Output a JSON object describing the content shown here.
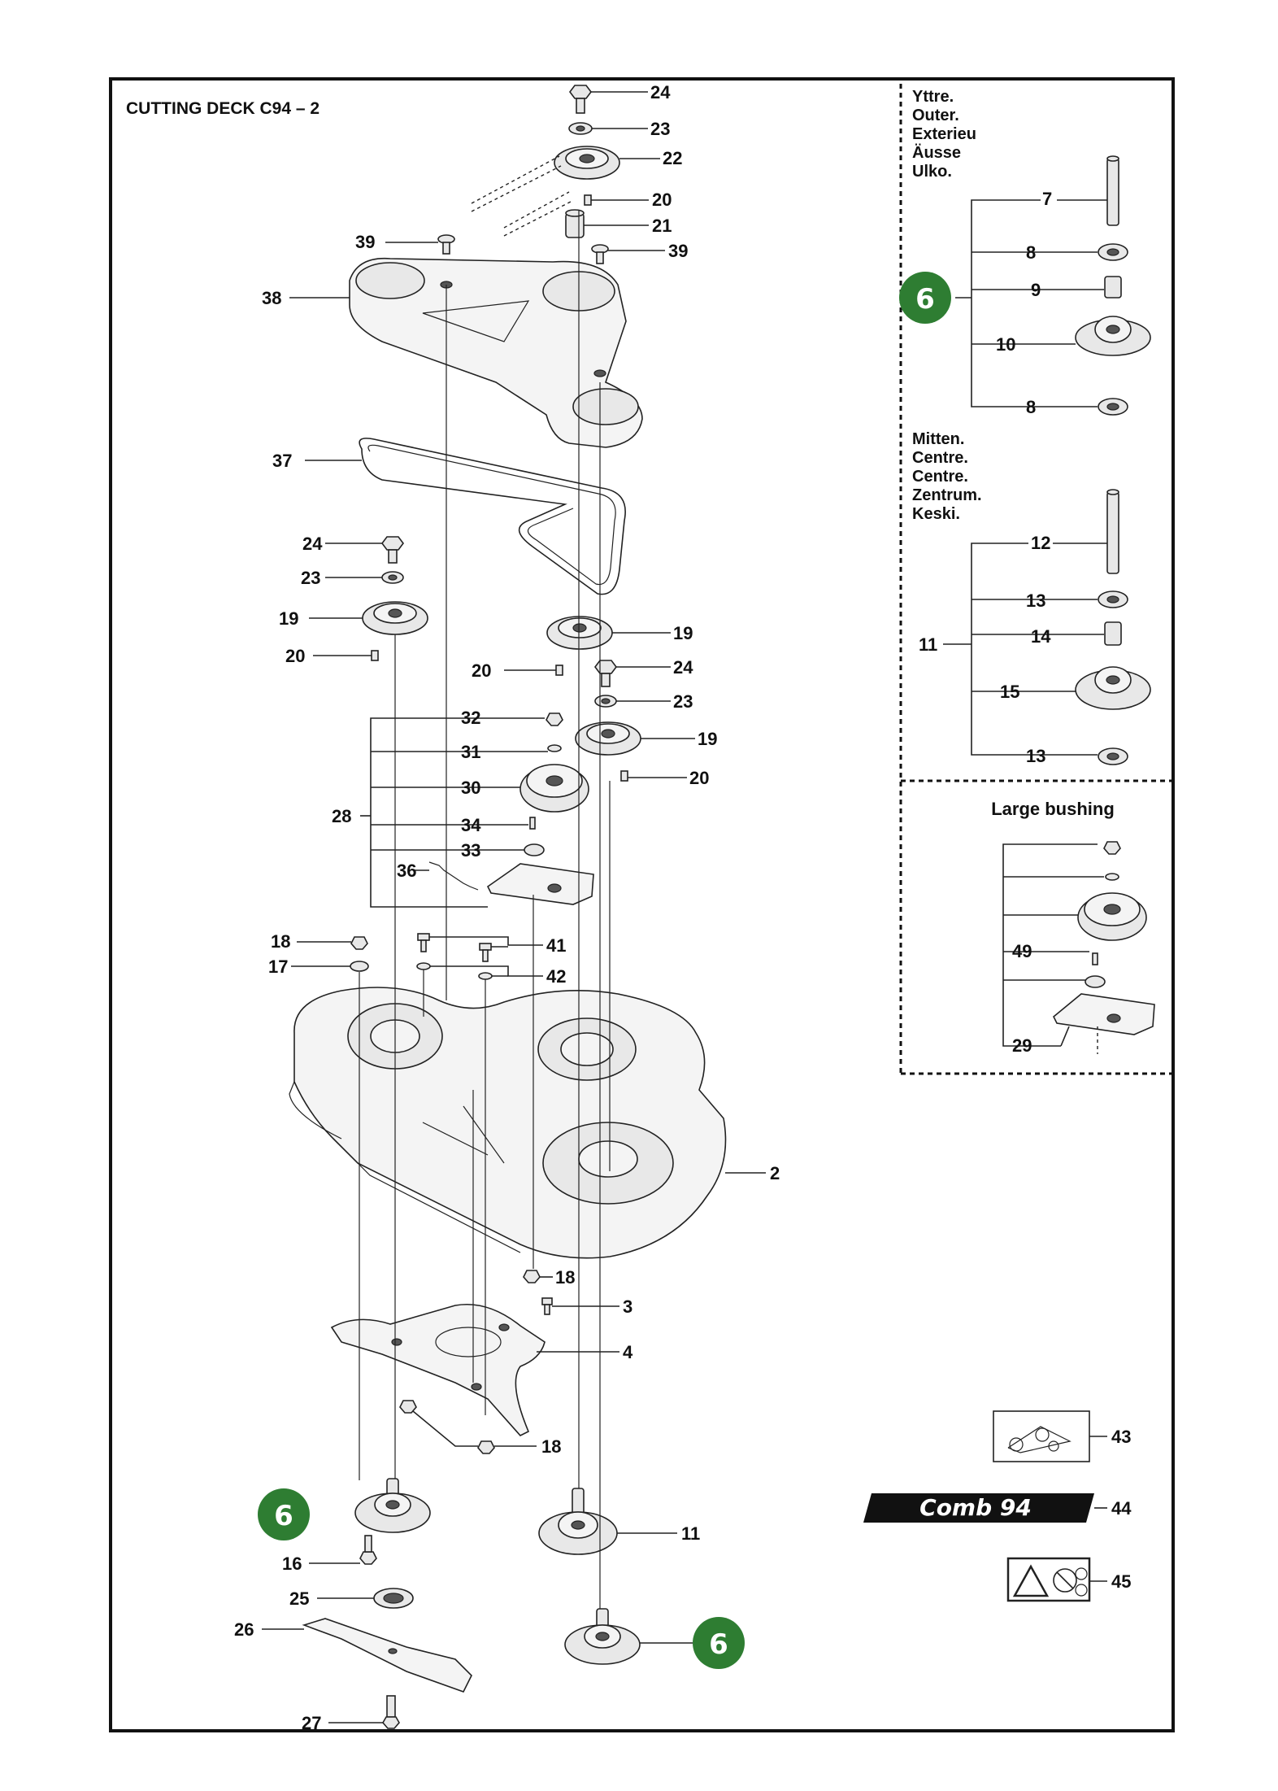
{
  "title": "CUTTING DECK C94 – 2",
  "ref_marker": "6",
  "colors": {
    "ref_marker": "#2e7d32",
    "line": "#222222",
    "part_fill": "#e8e8e8"
  },
  "panel_outer": {
    "lines": [
      "Yttre.",
      "Outer.",
      "Exterieu",
      "Äusse",
      "Ulko."
    ]
  },
  "panel_centre": {
    "lines": [
      "Mitten.",
      "Centre.",
      "Centre.",
      "Zentrum.",
      "Keski."
    ]
  },
  "panel_bushing": {
    "title": "Large bushing"
  },
  "decal_44_text": "Comb 94",
  "callouts": {
    "c24a": "24",
    "c23a": "23",
    "c22": "22",
    "c20a": "20",
    "c21": "21",
    "c39a": "39",
    "c39b": "39",
    "c38": "38",
    "c37": "37",
    "c24b": "24",
    "c23b": "23",
    "c19a": "19",
    "c20b": "20",
    "c19b": "19",
    "c20c": "20",
    "c24c": "24",
    "c23c": "23",
    "c19c": "19",
    "c20d": "20",
    "c32": "32",
    "c31": "31",
    "c30": "30",
    "c28": "28",
    "c34": "34",
    "c33": "33",
    "c36": "36",
    "c18a": "18",
    "c17": "17",
    "c41": "41",
    "c42": "42",
    "c2": "2",
    "c18b": "18",
    "c3": "3",
    "c4": "4",
    "c18c": "18",
    "c16": "16",
    "c25": "25",
    "c26": "26",
    "c27": "27",
    "c11b": "11",
    "c7": "7",
    "c8a": "8",
    "c9": "9",
    "c10": "10",
    "c8b": "8",
    "c12": "12",
    "c13a": "13",
    "c11a": "11",
    "c14": "14",
    "c15": "15",
    "c13b": "13",
    "c49": "49",
    "c29": "29",
    "c43": "43",
    "c44": "44",
    "c45": "45"
  }
}
